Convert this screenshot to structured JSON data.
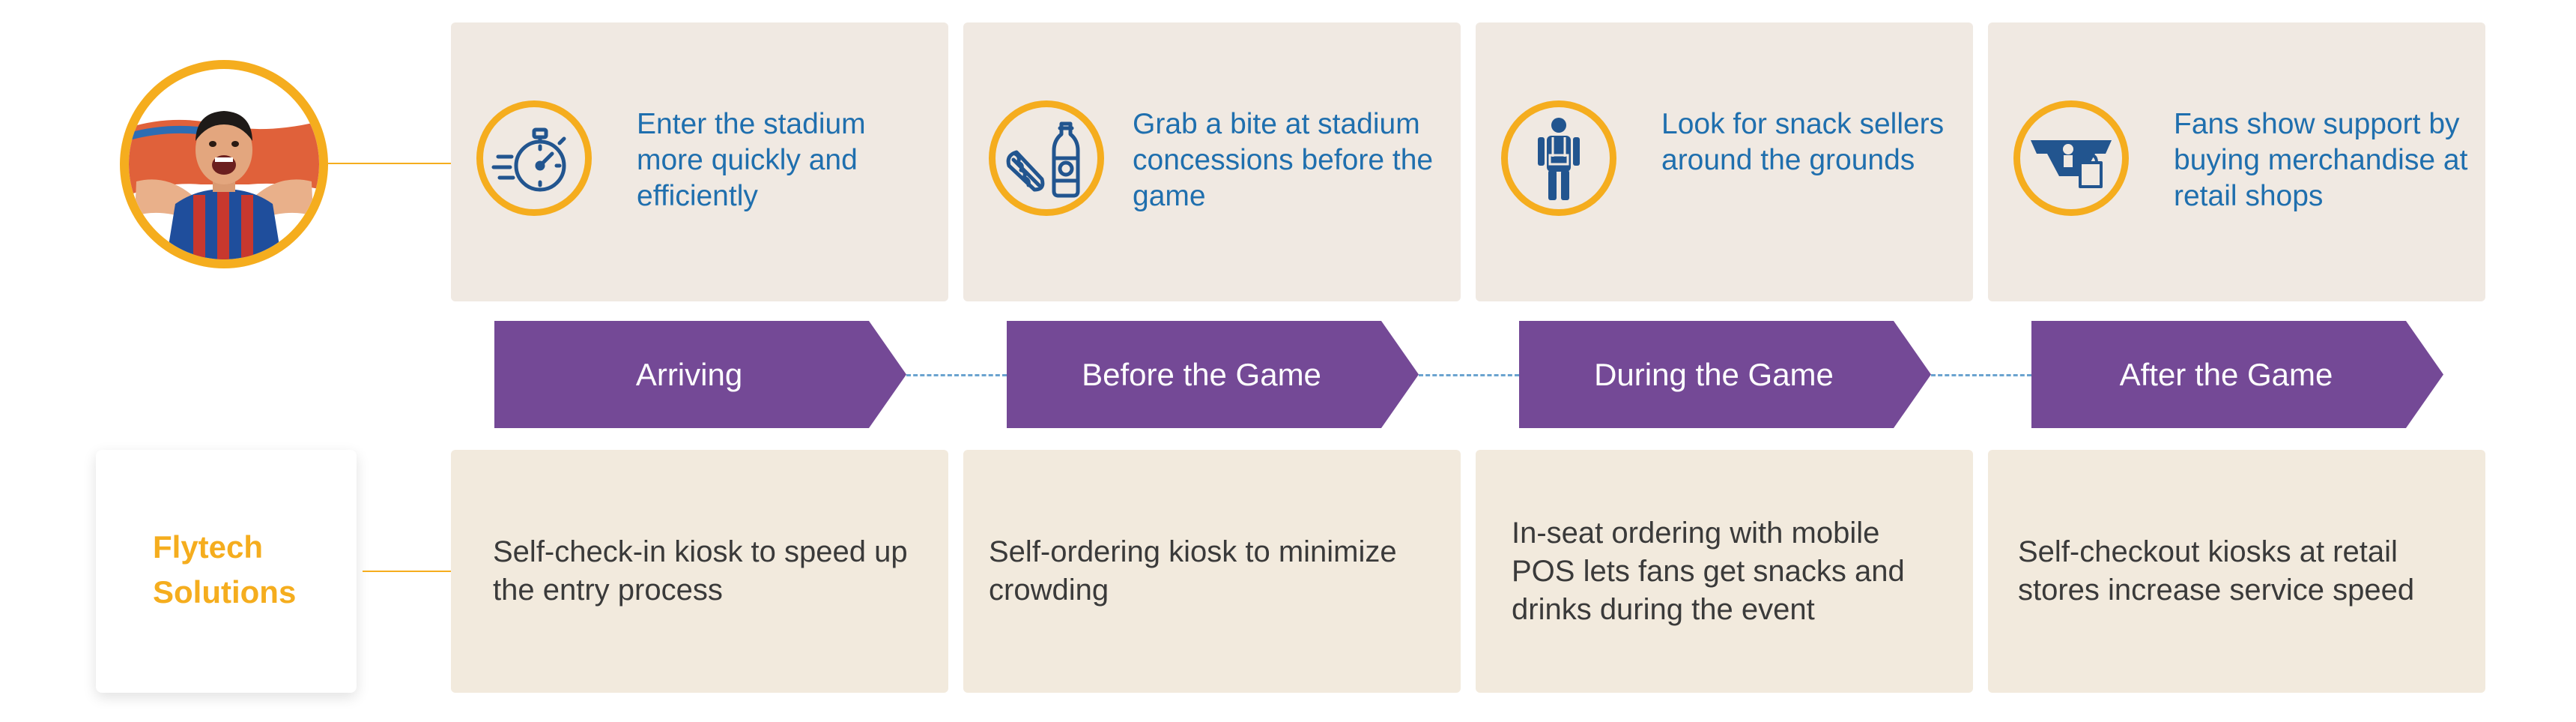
{
  "persona": {
    "avatar_icon": "fan-avatar-icon"
  },
  "solutions_label": {
    "line1": "Flytech",
    "line2": "Solutions"
  },
  "colors": {
    "accent_yellow": "#f5ad1e",
    "top_text_blue": "#1f6fae",
    "icon_blue": "#22558f",
    "gradient_start": "#744996",
    "gradient_mid": "#f37a45",
    "gradient_end": "#fea464"
  },
  "stages": [
    {
      "label": "Arriving",
      "touchpoint": "Enter the stadium more quickly and efficiently",
      "touchpoint_icon": "stopwatch-icon",
      "solution": "Self-check-in kiosk to speed up the entry process"
    },
    {
      "label": "Before the Game",
      "touchpoint": "Grab a bite at stadium concessions before the game",
      "touchpoint_icon": "hotdog-soda-icon",
      "solution": "Self-ordering kiosk to minimize crowding"
    },
    {
      "label": "During the Game",
      "touchpoint": "Look for snack sellers around the grounds",
      "touchpoint_icon": "snack-vendor-icon",
      "solution": "In-seat ordering with mobile POS lets fans get snacks and drinks during the event"
    },
    {
      "label": "After the Game",
      "touchpoint": "Fans show support by buying merchandise at retail shops",
      "touchpoint_icon": "merchandise-shop-icon",
      "solution": "Self-checkout kiosks at retail stores increase service speed"
    }
  ]
}
